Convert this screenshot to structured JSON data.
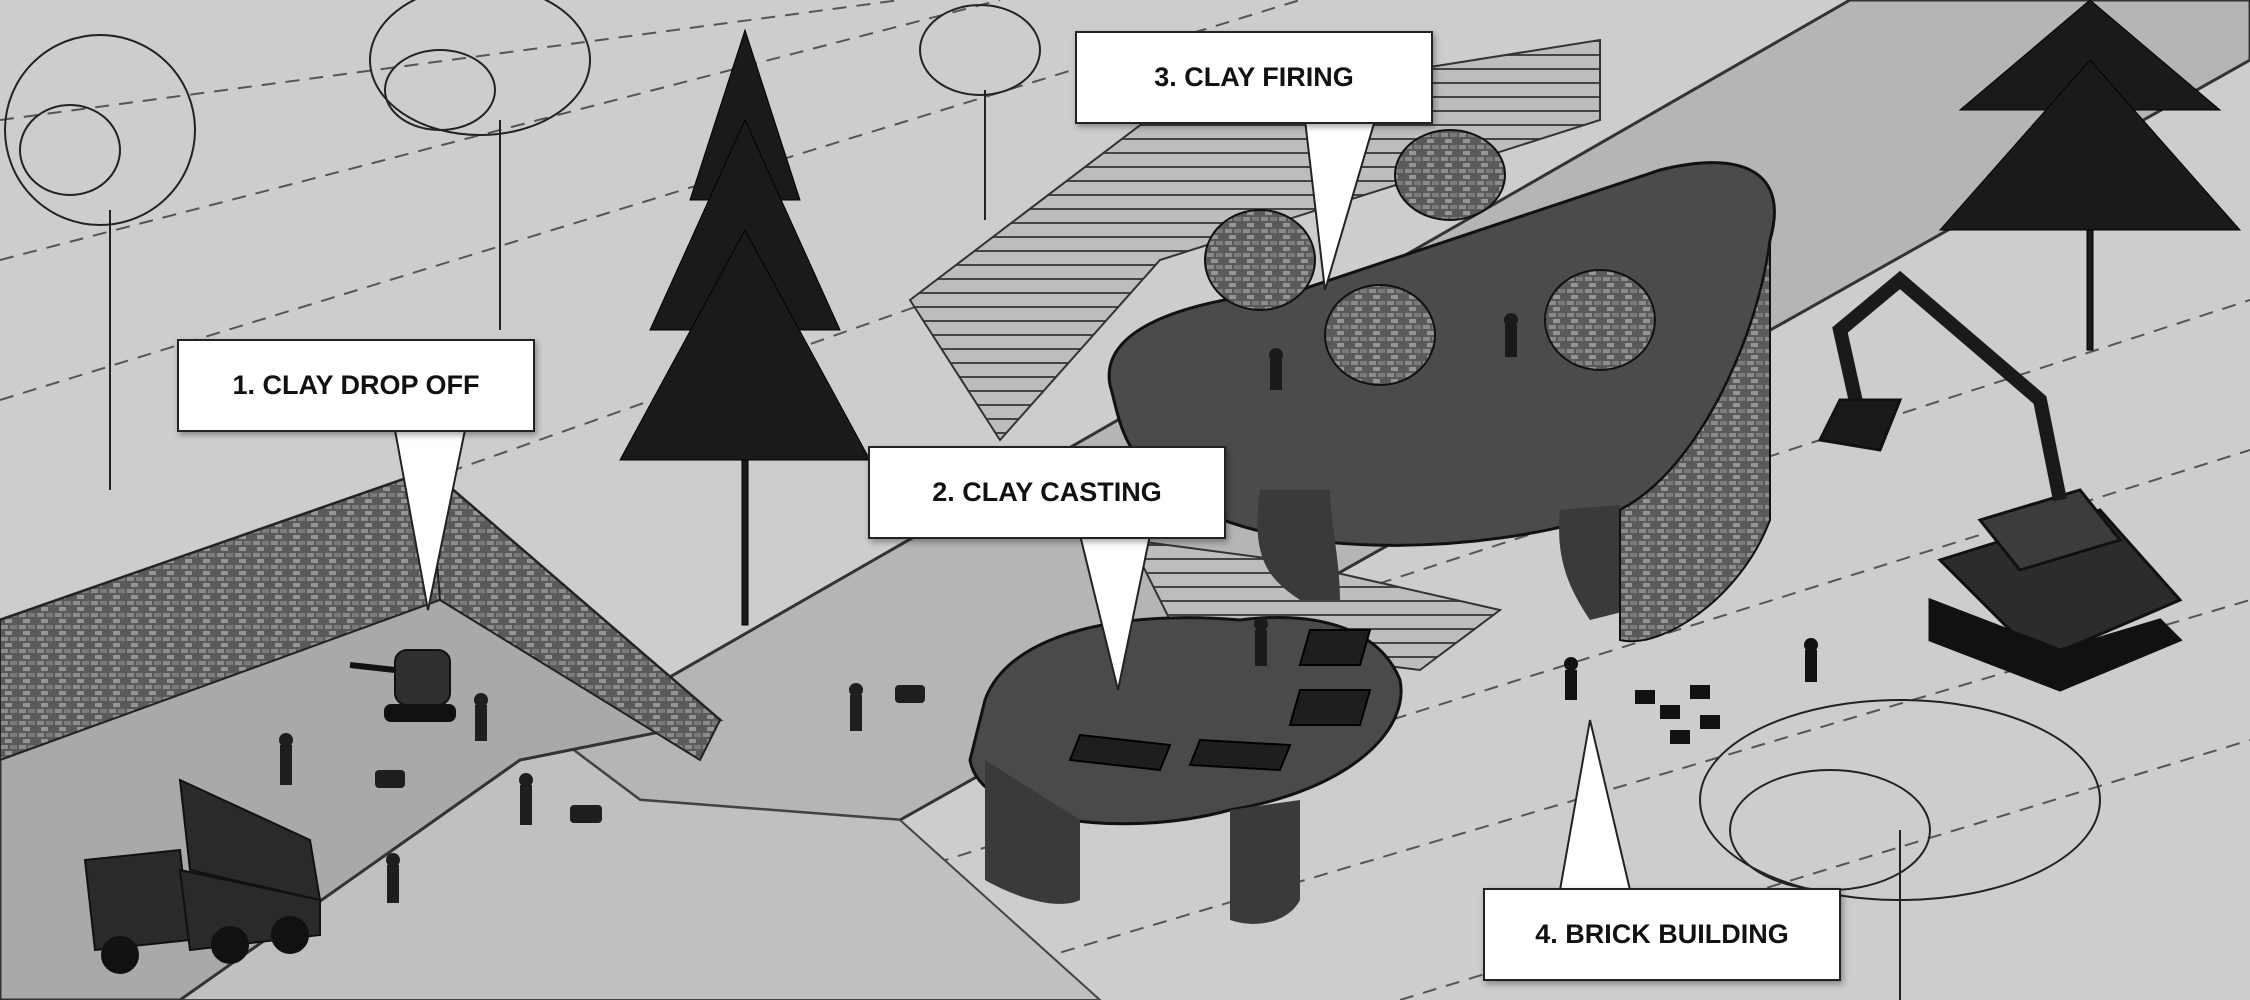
{
  "labels": {
    "step1": "1. CLAY DROP OFF",
    "step2": "2. CLAY CASTING",
    "step3": "3. CLAY FIRING",
    "step4": "4. BRICK BUILDING"
  },
  "colors": {
    "ground": "#c9c9c9",
    "terrain_dark": "#3a3a3a",
    "platform": "#4a4a4a",
    "callout_bg": "#ffffff",
    "ink": "#111111"
  }
}
